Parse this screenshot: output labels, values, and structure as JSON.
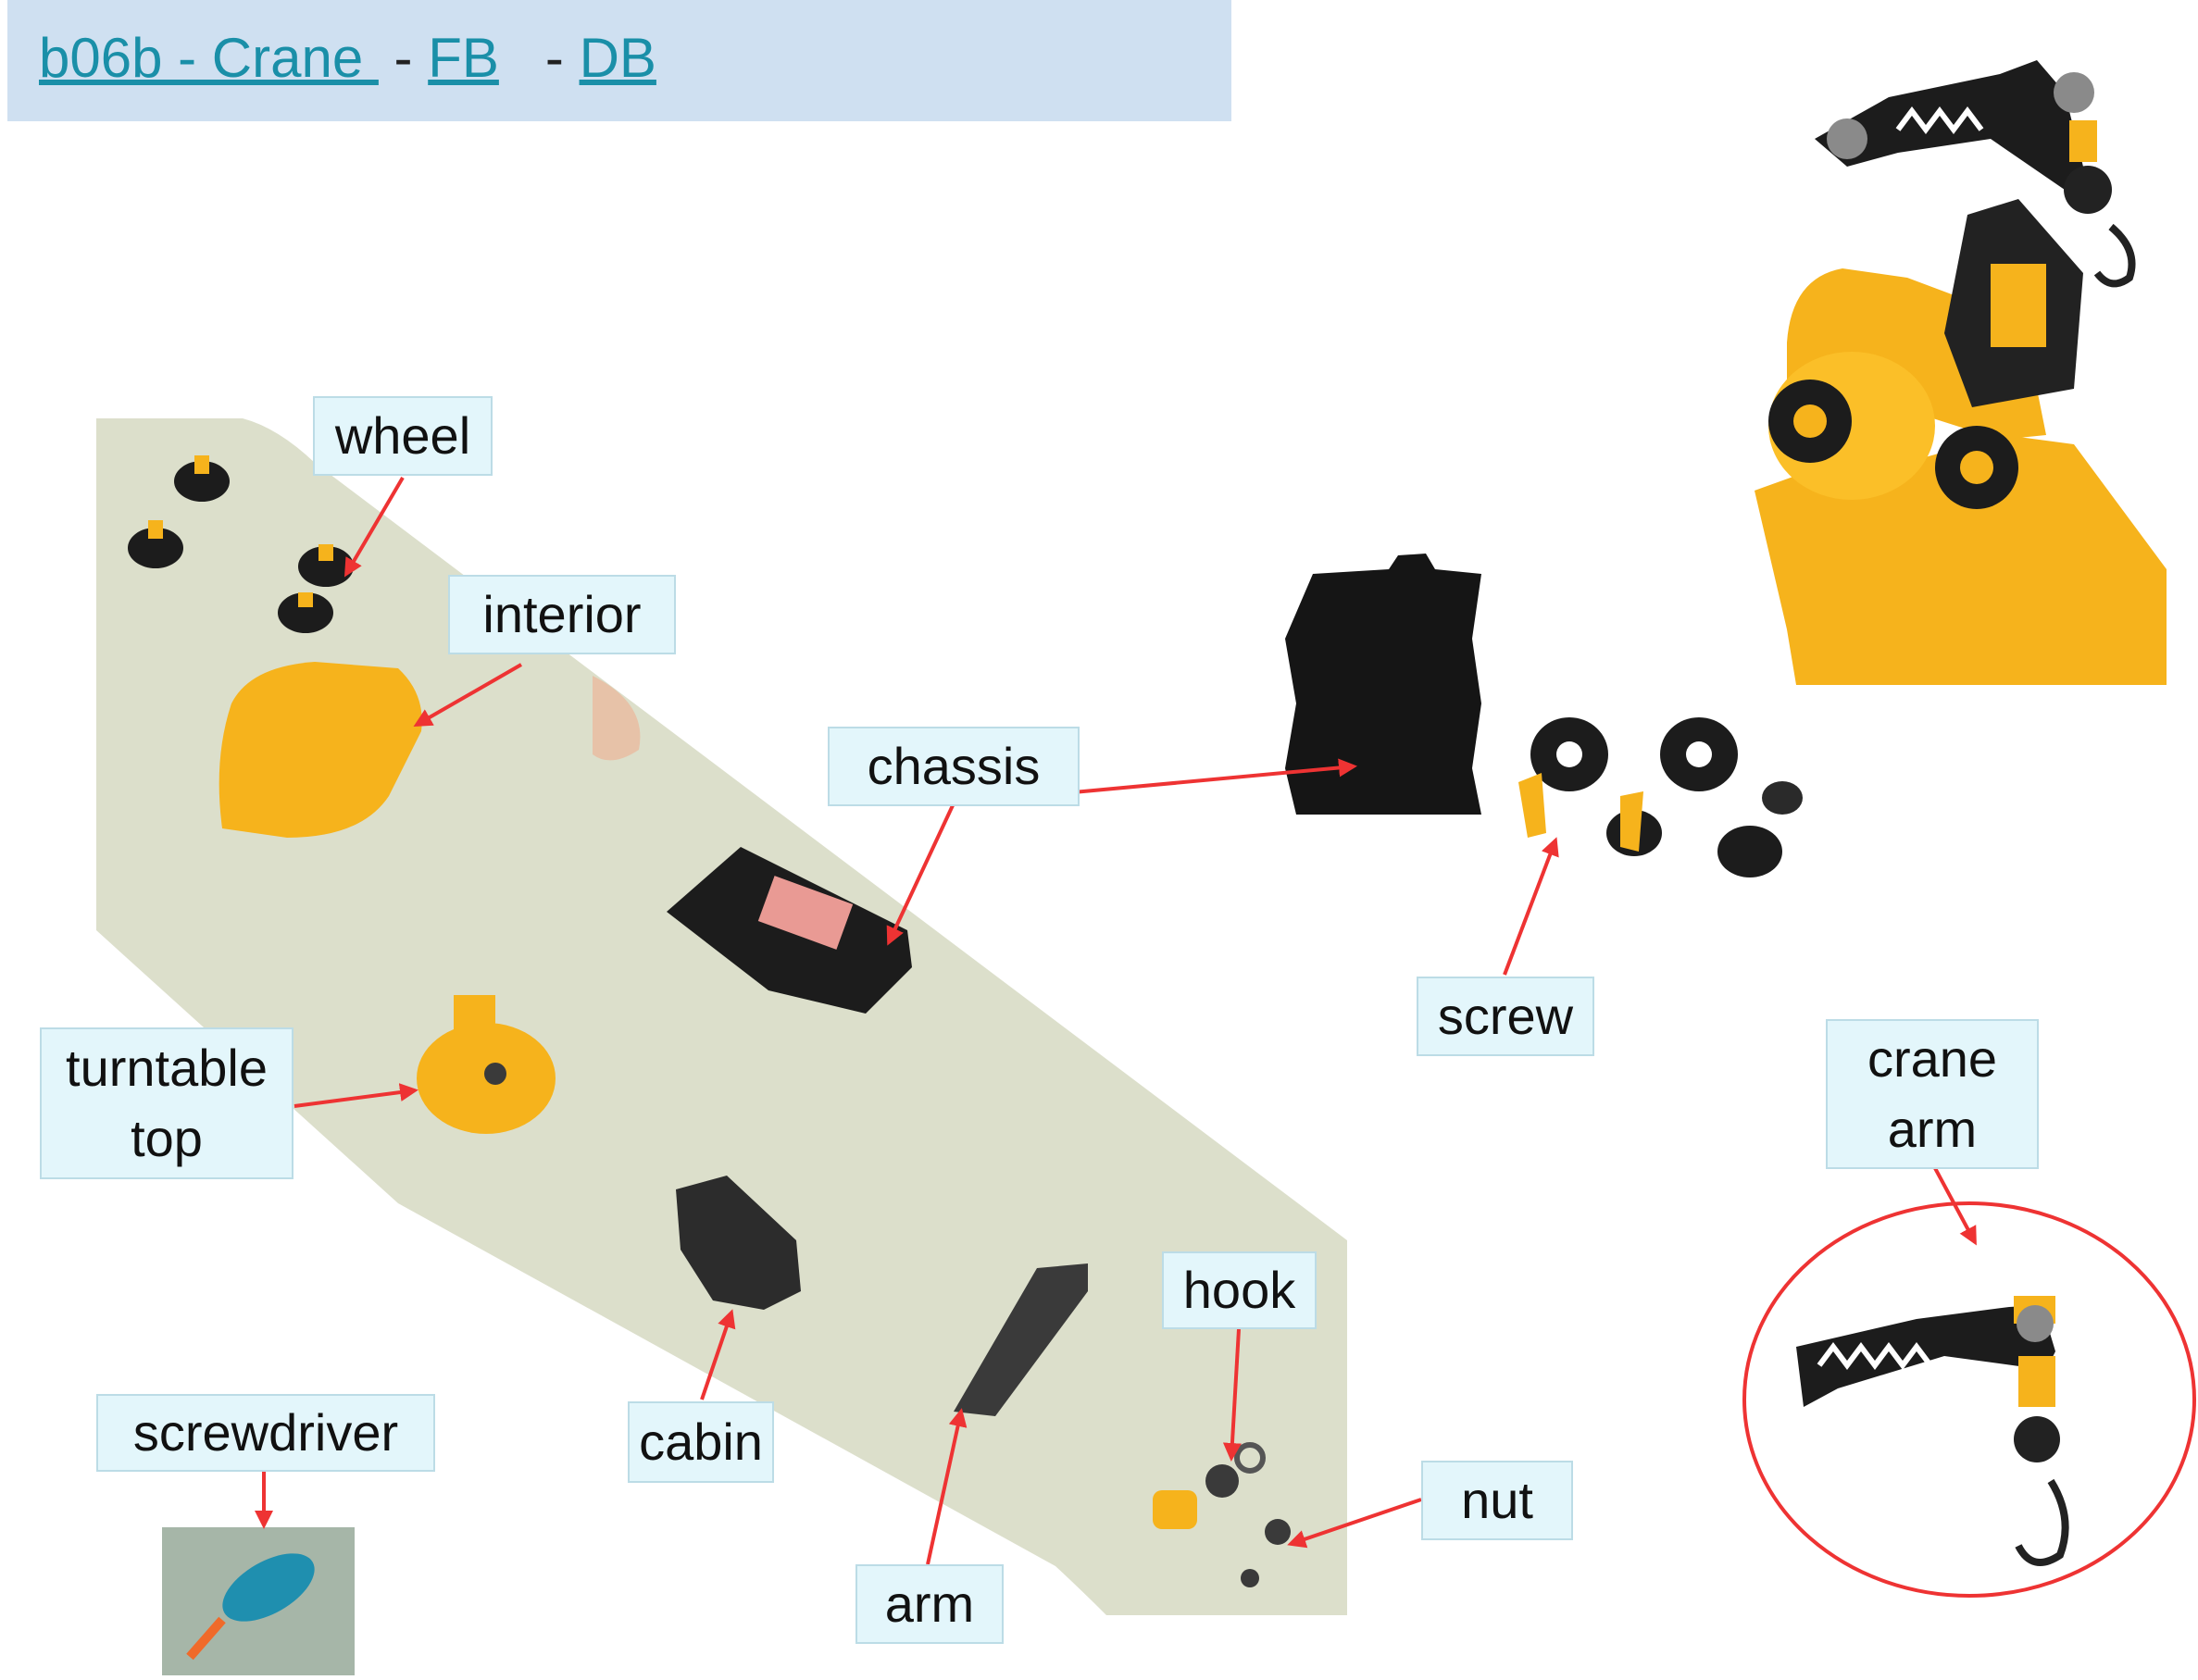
{
  "header": {
    "title_link": "b06b - Crane ",
    "sep1": " - ",
    "fb_link": "FB",
    "sep2": "   - ",
    "db_link": "DB"
  },
  "labels": {
    "wheel": "wheel",
    "interior": "interior",
    "chassis": "chassis",
    "screw": "screw",
    "turntable_top_1": "turntable",
    "turntable_top_2": "top",
    "crane_arm_1": "crane",
    "crane_arm_2": "arm",
    "hook": "hook",
    "cabin": "cabin",
    "screwdriver": "screwdriver",
    "nut": "nut",
    "arm": "arm"
  },
  "colors": {
    "header_bg": "#cfe0f1",
    "link": "#1a8fa8",
    "label_bg": "#e3f6fb",
    "arrow": "#ee3333",
    "mat": "#dcdfcb",
    "toy_yellow": "#f6b31c",
    "toy_black": "#1c1c1c"
  }
}
